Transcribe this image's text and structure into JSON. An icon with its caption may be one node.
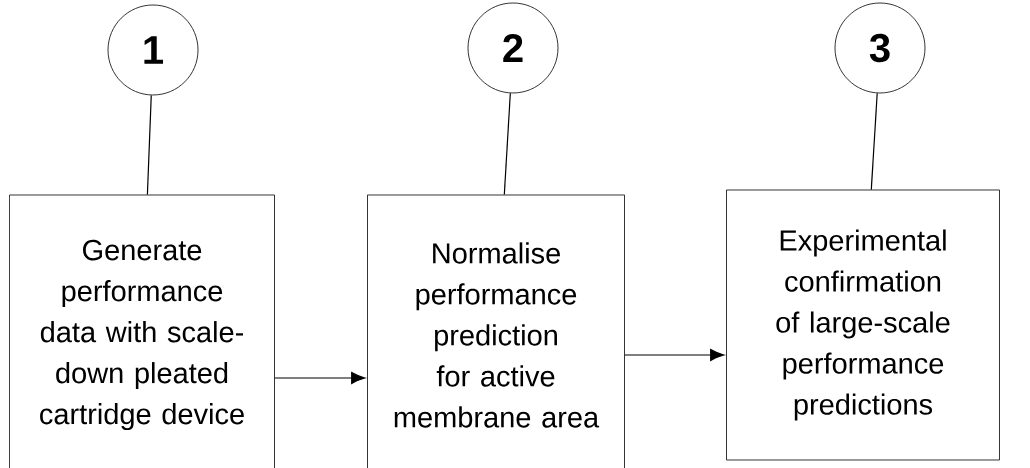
{
  "diagram": {
    "nodes": [
      {
        "text": [
          "1"
        ]
      },
      {
        "text": [
          "Generate performance data with scale-down pleated cartridge device"
        ]
      },
      {
        "text": [
          "2"
        ]
      },
      {
        "text": [
          "Normalise performance prediction for active membrane area"
        ]
      },
      {
        "text": [
          "3"
        ]
      },
      {
        "text": [
          "Experimental confirmation of large-scale performance predictions"
        ]
      }
    ],
    "edges": [
      {
        "from": 0,
        "to": 1,
        "arrow": "none"
      },
      {
        "from": 2,
        "to": 3,
        "arrow": "none"
      },
      {
        "from": 4,
        "to": 5,
        "arrow": "none"
      },
      {
        "from": 1,
        "to": 3,
        "arrow": "to"
      },
      {
        "from": 3,
        "to": 5,
        "arrow": "to"
      }
    ]
  }
}
